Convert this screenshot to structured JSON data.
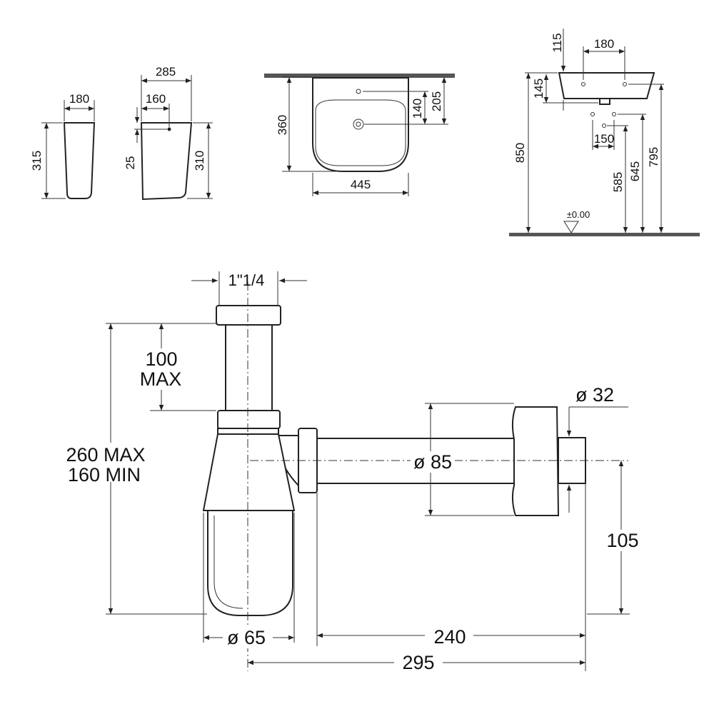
{
  "pedestal_front": {
    "width": "180",
    "height": "315"
  },
  "pedestal_side": {
    "depth": "285",
    "hole_offset": "160",
    "hole_drop": "25",
    "height": "310"
  },
  "basin_top": {
    "depth": "360",
    "width": "445",
    "tap_to_drain": "140",
    "wall_to_drain": "205"
  },
  "basin_side": {
    "top_gap": "115",
    "tap_spacing": "180",
    "basin_height": "145",
    "height": "850",
    "supply_spacing": "150",
    "drain_height": "585",
    "supply_height": "645",
    "overflow_height": "795",
    "floor_level": "±0.00"
  },
  "siphon": {
    "thread": "1\"1/4",
    "adjust_label": "100",
    "adjust_label2": "MAX",
    "height_max": "260 MAX",
    "height_min": "160 MIN",
    "rosette": "ø 85",
    "pipe": "ø 32",
    "outlet_height": "105",
    "cup": "ø 65",
    "length_inner": "240",
    "length_total": "295"
  }
}
